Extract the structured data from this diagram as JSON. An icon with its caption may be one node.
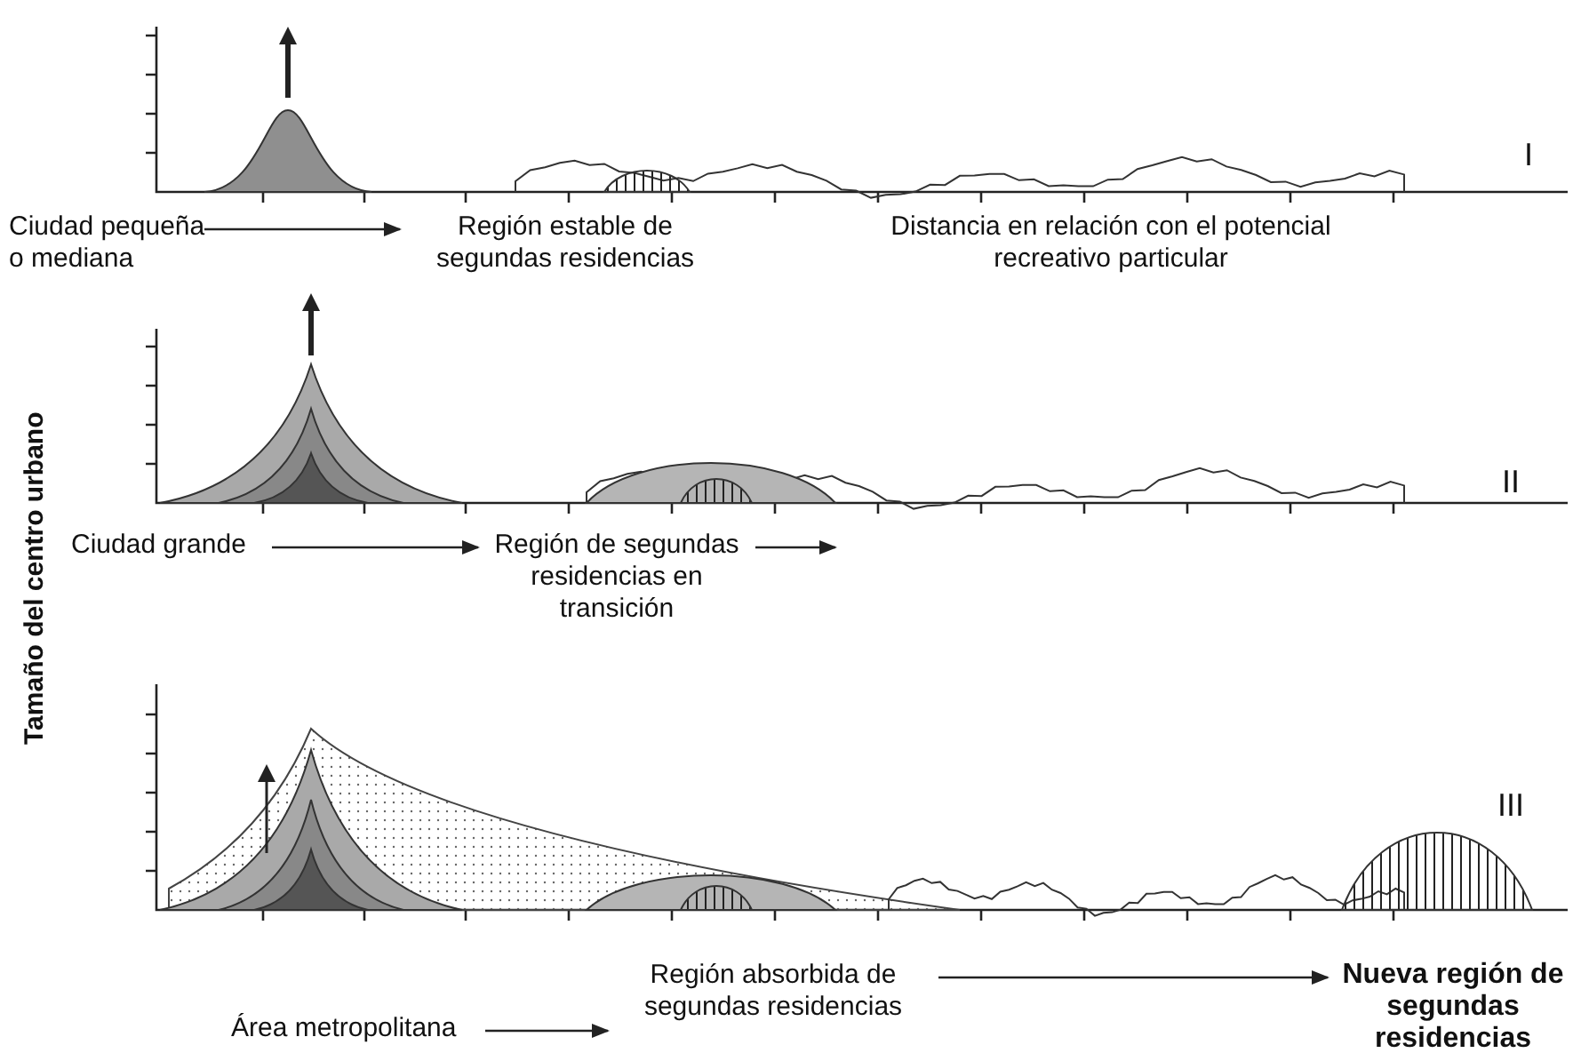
{
  "diagram": {
    "nodes": [
      {
        "text": [
          "Ciudad pequeña o mediana"
        ]
      },
      {
        "text": [
          "Región estable de segundas residencias"
        ]
      },
      {
        "text": [
          "Ciudad grande"
        ]
      },
      {
        "text": [
          "Región de segundas residencias en transición"
        ]
      },
      {
        "text": [
          "Área metropolitana"
        ]
      },
      {
        "text": [
          "Región absorbida de segundas residencias"
        ]
      },
      {
        "text": [
          "Nueva región de segundas residencias"
        ]
      }
    ],
    "edges": [
      {
        "from": 0,
        "to": 1,
        "arrow": "to"
      },
      {
        "from": 2,
        "to": 3,
        "arrow": "to"
      },
      {
        "from": 3,
        "to": null,
        "arrow": "to"
      },
      {
        "from": 4,
        "to": 5,
        "arrow": "to"
      },
      {
        "from": 5,
        "to": 6,
        "arrow": "to"
      }
    ],
    "labels": [
      "I",
      "Distancia en relación con el potencial recreativo particular",
      "II",
      "III",
      "Tamaño del centro urbano"
    ]
  }
}
